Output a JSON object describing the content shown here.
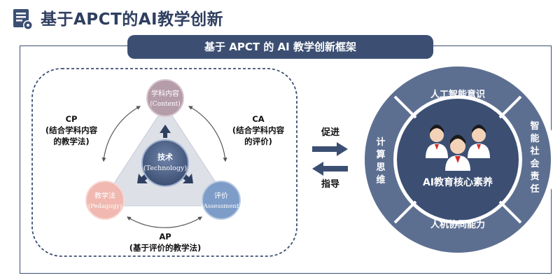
{
  "slide": {
    "title": "基于APCT的AI教学创新"
  },
  "framework": {
    "title": "基于 APCT 的 AI 教学创新框架",
    "nodes": {
      "content": {
        "title": "学科内容",
        "subtitle": "(Content)"
      },
      "technology": {
        "title": "技术",
        "subtitle": "(Technology)"
      },
      "pedagogy": {
        "title": "教学法",
        "subtitle": "(Pedagogy)"
      },
      "assessment": {
        "title": "评价",
        "subtitle": "(Assessment)"
      }
    },
    "relations": {
      "cp": {
        "code": "CP",
        "line1": "(结合学科内容",
        "line2": "的教学法)"
      },
      "ca": {
        "code": "CA",
        "line1": "(结合学科内容",
        "line2": "的评价)"
      },
      "ap": {
        "code": "AP",
        "line1": "(基于评价的教学法)"
      }
    }
  },
  "arrows": {
    "forward_label": "促进",
    "backward_label": "指导"
  },
  "competency": {
    "center": "AI教育核心素养",
    "segments": {
      "top": "人工智能意识",
      "right": [
        "智",
        "能",
        "社",
        "会",
        "责",
        "任"
      ],
      "bottom": "人机协同能力",
      "left": [
        "计",
        "算",
        "思",
        "维"
      ]
    }
  },
  "colors": {
    "navy": "#3c4f73",
    "content_circle": "#b59ca9",
    "pedagogy_circle": "#f0b8b0",
    "assessment_circle": "#7d9cc7",
    "triangle": "#dde0e6"
  }
}
